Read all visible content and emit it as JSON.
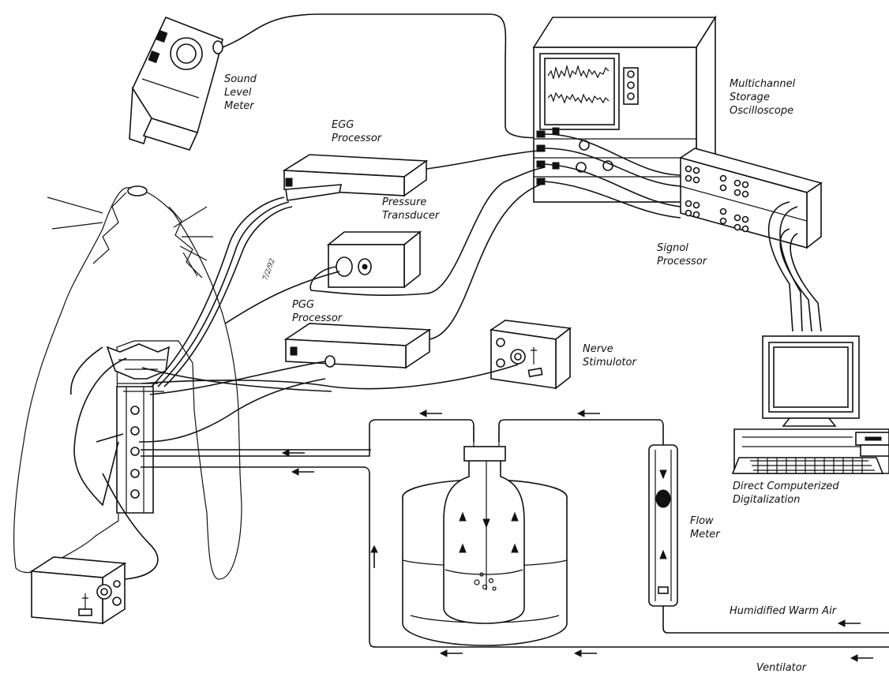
{
  "labels": {
    "sound_level_meter": [
      "Sound",
      "Level",
      "Meter"
    ],
    "multichannel_storage_oscilloscope": [
      "Multichannel",
      "Storage",
      "Oscilloscope"
    ],
    "egg_processor": [
      "EGG",
      "Processor"
    ],
    "pressure_transducer": [
      "Pressure",
      "Transducer"
    ],
    "signal_processor": [
      "Signol",
      "Processor"
    ],
    "pgg_processor": [
      "PGG",
      "Processor"
    ],
    "nerve_stimulator": [
      "Nerve",
      "Stimulotor"
    ],
    "direct_computerized_digitalization": [
      "Direct Computerized",
      "Digitalization"
    ],
    "flow_meter": [
      "Flow",
      "Meter"
    ],
    "humidified_warm_air": "Humidified Warm Air",
    "ventilator": "Ventilator"
  },
  "signature": "7/2/92"
}
